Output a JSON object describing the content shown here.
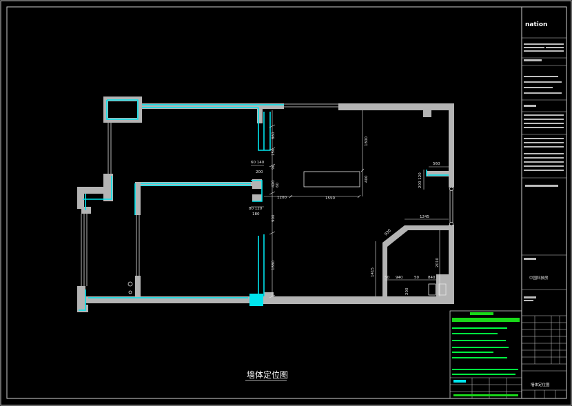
{
  "drawing": {
    "title": "墙体定位图",
    "colors": {
      "background": "#000000",
      "wall": "#b4b4b4",
      "new_wall": "#00e5ee",
      "line": "#ffffff",
      "note": "#00ff40",
      "notebar": "#19d919"
    }
  },
  "dimensions": {
    "d1200": "1200",
    "d1550": "1550",
    "d1800": "1800",
    "d400": "400",
    "d860": "860",
    "d150": "150",
    "d60_140": "60 140",
    "d200": "200",
    "d80_120": "80 120",
    "d180": "180",
    "d900": "900",
    "d1880": "1880",
    "d560": "560",
    "d200_120": "200 120",
    "d1245": "1245",
    "d2010": "2010",
    "d930": "930",
    "d1415": "1415",
    "d50a": "50",
    "d940": "940",
    "d50b": "50",
    "d840": "840",
    "d200b": "200",
    "d60": "60",
    "d90": "90",
    "d420": "420"
  },
  "title_block": {
    "logo": "nation",
    "project": "中国科技房",
    "drawing_name": "墙体定位图"
  }
}
